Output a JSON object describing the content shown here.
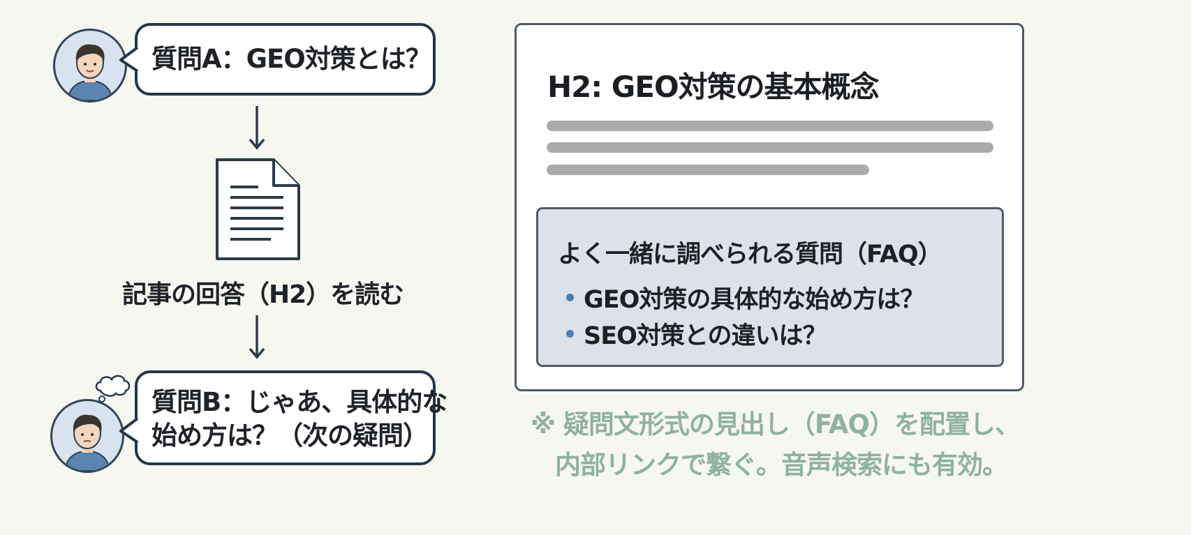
{
  "flow": {
    "question_a": "質問A：GEO対策とは？",
    "doc_caption": "記事の回答（H2）を読む",
    "question_b_line1": "質問B：じゃあ、具体的な",
    "question_b_line2": "始め方は？（次の疑問）"
  },
  "article": {
    "title": "H2: GEO対策の基本概念",
    "faq": {
      "title": "よく一緒に調べられる質問（FAQ）",
      "items": [
        "GEO対策の具体的な始め方は？",
        "SEO対策との違いは？"
      ]
    }
  },
  "note": {
    "line1": "※ 疑問文形式の見出し（FAQ）を配置し、",
    "line2": "内部リンクで繋ぐ。音声検索にも有効。"
  },
  "colors": {
    "background": "#f7f7f2",
    "outline": "#273645",
    "faq_background": "#dde2ea",
    "bullet": "#4a7fb0",
    "note_text": "#8fb1a4"
  },
  "icons": [
    "person-avatar-icon",
    "thought-bubble-icon",
    "down-arrow-icon",
    "document-icon"
  ]
}
